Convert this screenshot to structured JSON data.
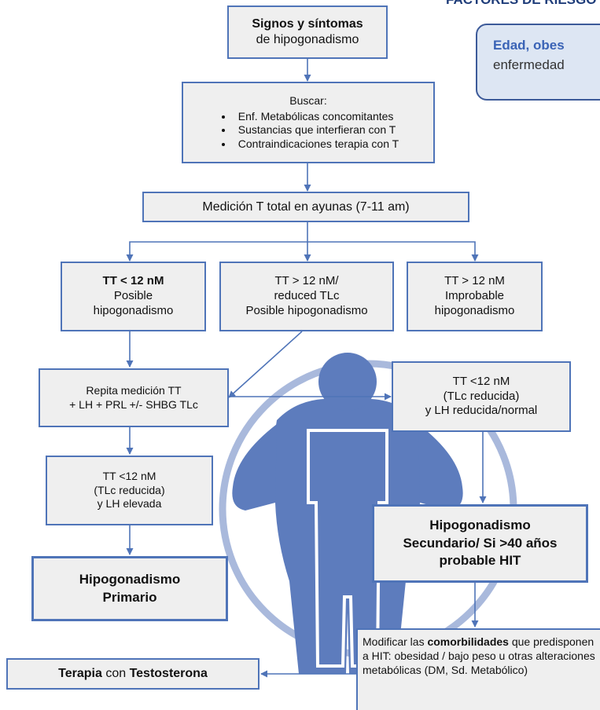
{
  "risk_factors": {
    "title": "FACTORES DE RIESGO",
    "line1": "Edad, obes",
    "line2": "enfermedad"
  },
  "boxes": {
    "signs": {
      "bold": "Signos y síntomas",
      "rest": "de hipogonadismo"
    },
    "search": {
      "title": "Buscar:",
      "items": [
        "Enf. Metabólicas concomitantes",
        "Sustancias que interfieran con T",
        "Contraindicaciones terapia con T"
      ]
    },
    "measure": {
      "text": "Medición T total en ayunas (7-11 am)"
    },
    "tt_low": {
      "bold": "TT < 12 nM",
      "l2": "Posible",
      "l3": "hipogonadismo"
    },
    "tt_mid": {
      "l1": "TT > 12 nM/",
      "l2": "reduced TLc",
      "l3": "Posible hipogonadismo"
    },
    "tt_high": {
      "l1": "TT > 12 nM",
      "l2": "Improbable",
      "l3": "hipogonadismo"
    },
    "repeat": {
      "l1": "Repita medición TT",
      "l2": "+ LH + PRL +/- SHBG TLc"
    },
    "lh_low": {
      "l1": "TT <12 nM",
      "l2": "(TLc reducida)",
      "l3": "y LH reducida/normal"
    },
    "lh_high": {
      "l1": "TT <12 nM",
      "l2": "(TLc reducida)",
      "l3": "y LH elevada"
    },
    "secondary": {
      "l1": "Hipogonadismo",
      "l2": "Secundario/ Si >40 años",
      "l3": "probable HIT"
    },
    "primary": {
      "l1": "Hipogonadismo",
      "l2": "Primario"
    },
    "modify": {
      "pre": "Modificar las ",
      "bold": "comorbilidades",
      "post": " que predisponen a HIT: obesidad / bajo peso u otras alteraciones metabólicas (DM, Sd. Metabólico)"
    },
    "therapy": {
      "bold1": "Terapia",
      "mid": " con ",
      "bold2": "Testosterona"
    }
  },
  "colors": {
    "accent": "#4f74b8",
    "box_fill": "#efefef",
    "figure": "#5d7cbd",
    "risk_fill": "#dde6f3"
  }
}
